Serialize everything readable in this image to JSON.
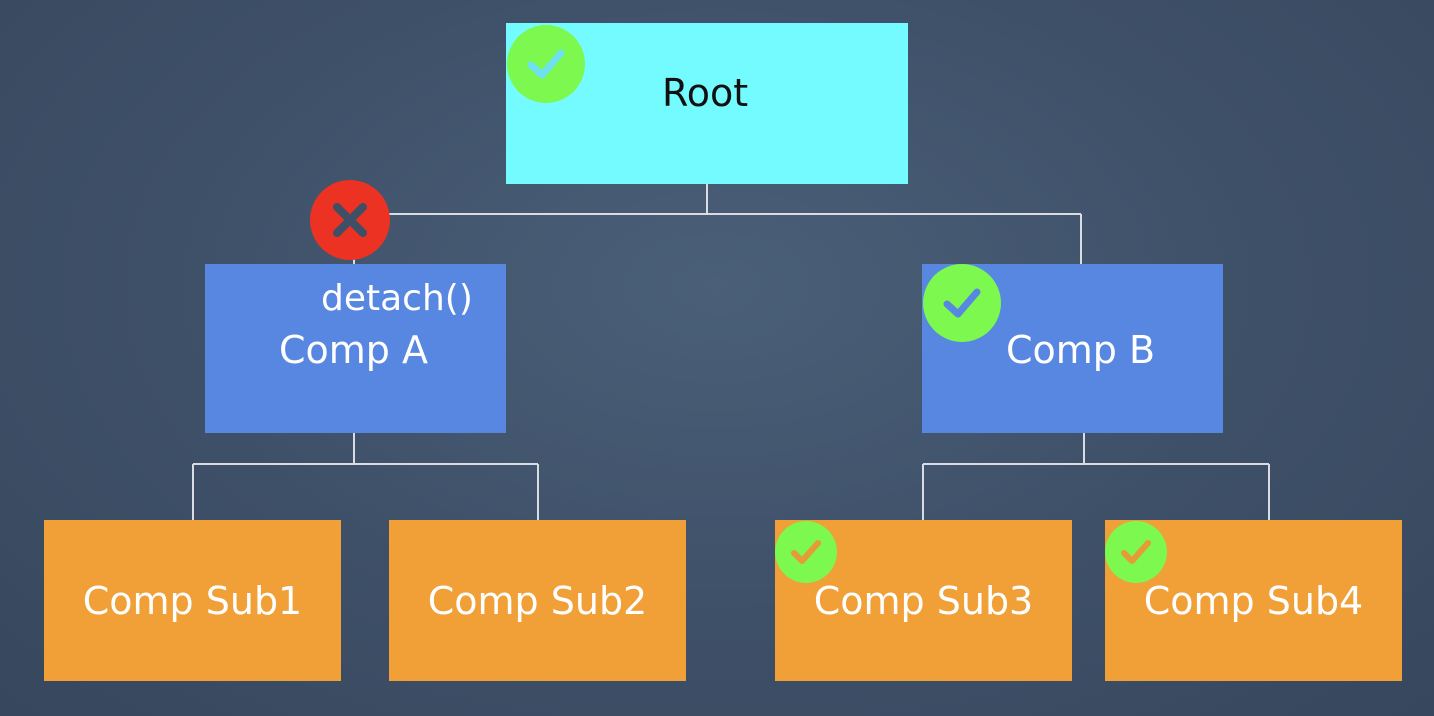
{
  "nodes": {
    "root": {
      "label": "Root",
      "status": "ok"
    },
    "comp_a": {
      "label": "Comp A",
      "method": "detach()",
      "status": "detached"
    },
    "comp_b": {
      "label": "Comp B",
      "status": "ok"
    },
    "sub1": {
      "label": "Comp Sub1"
    },
    "sub2": {
      "label": "Comp Sub2"
    },
    "sub3": {
      "label": "Comp Sub3",
      "status": "ok"
    },
    "sub4": {
      "label": "Comp Sub4",
      "status": "ok"
    }
  },
  "edges": [
    {
      "from": "root",
      "to": "comp_a"
    },
    {
      "from": "root",
      "to": "comp_b"
    },
    {
      "from": "comp_a",
      "to": "sub1"
    },
    {
      "from": "comp_a",
      "to": "sub2"
    },
    {
      "from": "comp_b",
      "to": "sub3"
    },
    {
      "from": "comp_b",
      "to": "sub4"
    }
  ],
  "icons": {
    "ok": "check-icon",
    "detached": "cross-icon"
  },
  "colors": {
    "background": "#3e5068",
    "root_fill": "#74fbff",
    "comp_fill": "#5787e0",
    "sub_fill": "#f19f37",
    "ok_badge": "#7cf84f",
    "bad_badge": "#ec3223",
    "connector": "#d9dde3"
  }
}
